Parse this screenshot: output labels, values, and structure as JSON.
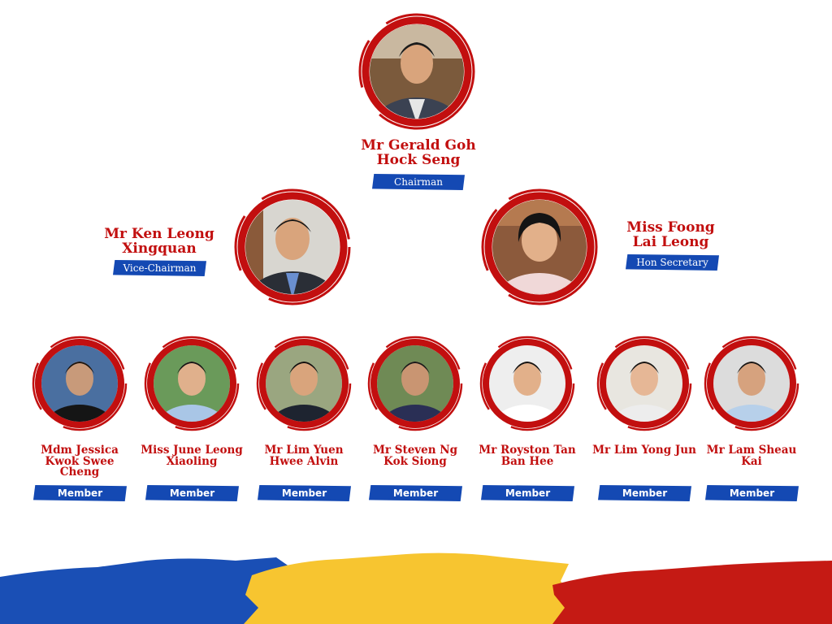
{
  "chairman": {
    "name": "Mr Gerald Goh\nHock Seng",
    "role": "Chairman"
  },
  "vice_chairman": {
    "name": "Mr Ken Leong\nXingquan",
    "role": "Vice-Chairman"
  },
  "hon_secretary": {
    "name": "Miss Foong\nLai Leong",
    "role": "Hon Secretary"
  },
  "members": [
    {
      "name": "Mdm Jessica\nKwok Swee\nCheng",
      "role": "Member"
    },
    {
      "name": "Miss June Leong\nXiaoling",
      "role": "Member"
    },
    {
      "name": "Mr Lim Yuen\nHwee Alvin",
      "role": "Member"
    },
    {
      "name": "Mr Steven Ng\nKok Siong",
      "role": "Member"
    },
    {
      "name": "Mr Royston Tan\nBan Hee",
      "role": "Member"
    },
    {
      "name": "Mr Lim Yong Jun",
      "role": "Member"
    },
    {
      "name": "Mr Lam Sheau\nKai",
      "role": "Member"
    }
  ],
  "colors": {
    "ring_red": "#c20f0f",
    "badge_blue": "#1449b3",
    "stroke_blue": "#1a4fb5",
    "stroke_yellow": "#f7c530",
    "stroke_red": "#c51a14"
  }
}
